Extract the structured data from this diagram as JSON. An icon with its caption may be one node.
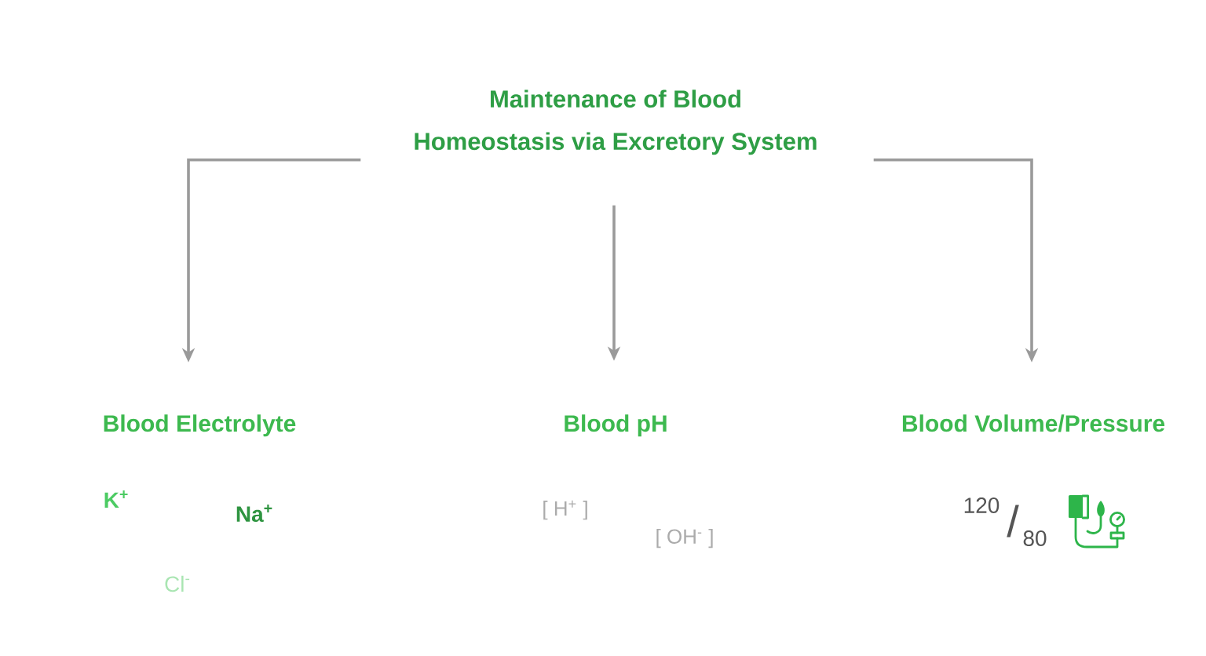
{
  "diagram": {
    "nodes": [
      {
        "text": [
          "Maintenance of Blood Homeostasis via Excretory System"
        ]
      },
      {
        "text": [
          "Blood Electrolyte"
        ]
      },
      {
        "text": [
          "Blood pH"
        ]
      },
      {
        "text": [
          "Blood Volume/Pressure"
        ]
      }
    ],
    "edges": [
      {
        "from": 0,
        "to": 1,
        "arrow": "to"
      },
      {
        "from": 0,
        "to": 2,
        "arrow": "to"
      },
      {
        "from": 0,
        "to": 3,
        "arrow": "to"
      }
    ],
    "labels": [
      "K$^{+}$",
      "Na$^{+}$",
      "Cl$^{-}$",
      "[ H$^{+}$ ]",
      "[ OH$^{-}$ ]",
      "120",
      "/",
      "80"
    ]
  }
}
